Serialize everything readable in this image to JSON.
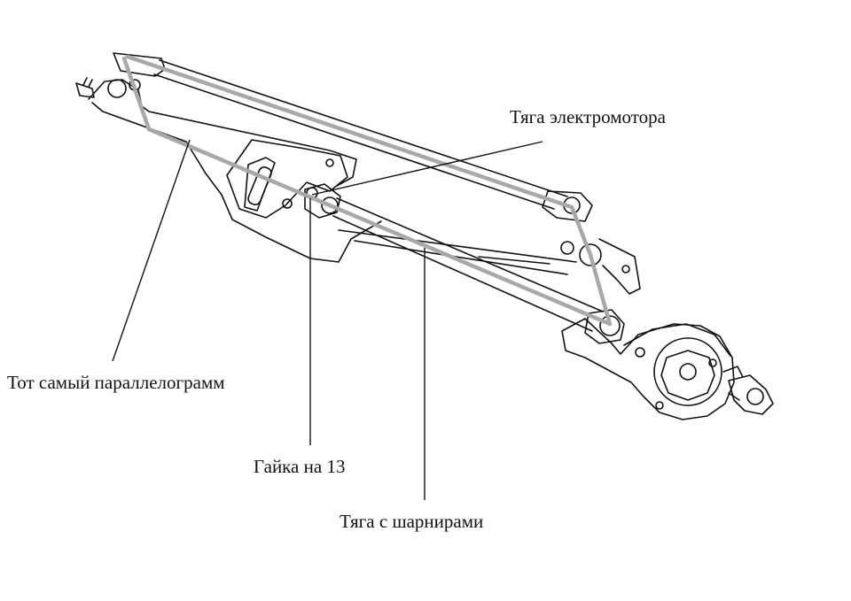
{
  "labels": {
    "motor_rod": "Тяга электромотора",
    "parallelogram": "Тот самый параллелограмм",
    "nut": "Гайка на 13",
    "hinged_rod": "Тяга с шарнирами"
  },
  "colors": {
    "line": "#111111",
    "highlight": "#a8a8a8",
    "background": "#ffffff"
  }
}
